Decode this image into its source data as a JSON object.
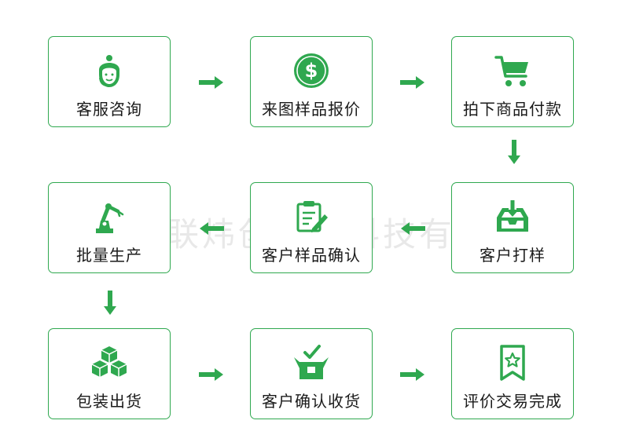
{
  "colors": {
    "accent": "#2fa84f",
    "border": "#2fa84f"
  },
  "watermark": "深圳市联炜创电子科技有限公司",
  "steps": [
    {
      "label": "客服咨询",
      "icon": "customer-service-icon"
    },
    {
      "label": "来图样品报价",
      "icon": "dollar-coin-icon"
    },
    {
      "label": "拍下商品付款",
      "icon": "shopping-cart-icon"
    },
    {
      "label": "客户打样",
      "icon": "inbox-download-icon"
    },
    {
      "label": "客户样品确认",
      "icon": "clipboard-edit-icon"
    },
    {
      "label": "批量生产",
      "icon": "robot-arm-icon"
    },
    {
      "label": "包装出货",
      "icon": "stacked-boxes-icon"
    },
    {
      "label": "客户确认收货",
      "icon": "box-check-icon"
    },
    {
      "label": "评价交易完成",
      "icon": "star-bookmark-icon"
    }
  ],
  "arrows": [
    "right",
    "right",
    "down",
    "left",
    "left",
    "down",
    "right",
    "right"
  ]
}
